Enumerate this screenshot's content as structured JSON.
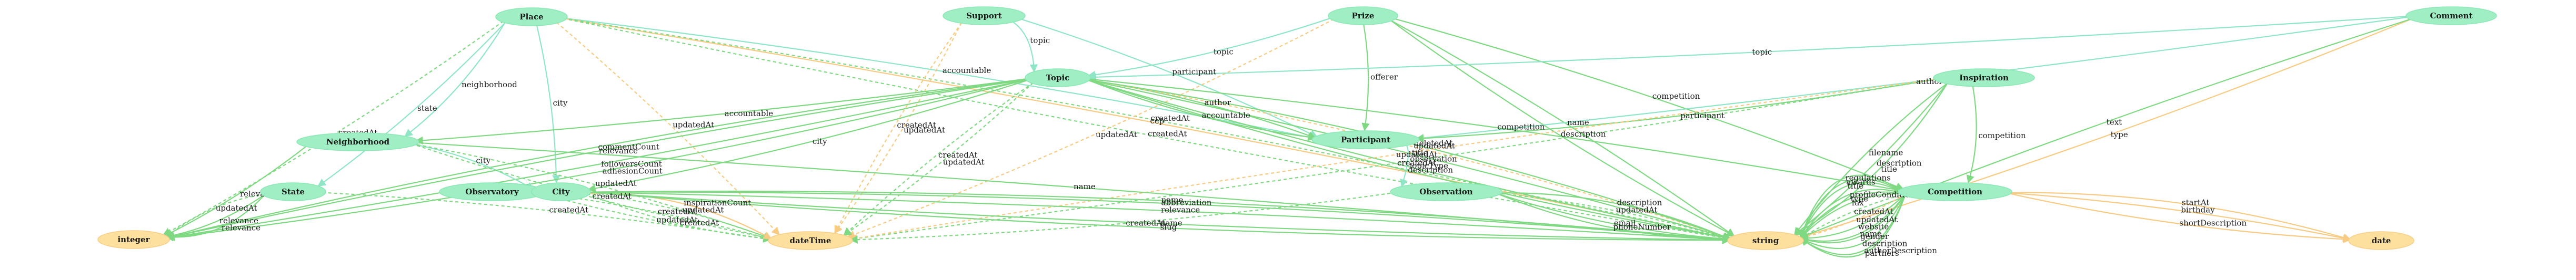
{
  "colors": {
    "entity_fill": "#a0efc4",
    "entity_stroke": "#8ae8b5",
    "type_fill": "#fddf9e",
    "type_stroke": "#f7d089",
    "edge_green": "#7fd982",
    "edge_teal": "#8fe6c6",
    "edge_orange": "#f7cb83",
    "text": "#1a1a1a"
  },
  "nodes": [
    {
      "id": "Place",
      "label": "Place",
      "kind": "entity"
    },
    {
      "id": "Support",
      "label": "Support",
      "kind": "entity"
    },
    {
      "id": "Prize",
      "label": "Prize",
      "kind": "entity"
    },
    {
      "id": "Comment",
      "label": "Comment",
      "kind": "entity"
    },
    {
      "id": "Topic",
      "label": "Topic",
      "kind": "entity"
    },
    {
      "id": "Inspiration",
      "label": "Inspiration",
      "kind": "entity"
    },
    {
      "id": "Neighborhood",
      "label": "Neighborhood",
      "kind": "entity"
    },
    {
      "id": "Participant",
      "label": "Participant",
      "kind": "entity"
    },
    {
      "id": "State",
      "label": "State",
      "kind": "entity"
    },
    {
      "id": "Observatory",
      "label": "Observatory",
      "kind": "entity"
    },
    {
      "id": "City",
      "label": "City",
      "kind": "entity"
    },
    {
      "id": "Observation",
      "label": "Observation",
      "kind": "entity"
    },
    {
      "id": "Competition",
      "label": "Competition",
      "kind": "entity"
    },
    {
      "id": "integer",
      "label": "integer",
      "kind": "type"
    },
    {
      "id": "dateTime",
      "label": "dateTime",
      "kind": "type"
    },
    {
      "id": "string",
      "label": "string",
      "kind": "type"
    },
    {
      "id": "date",
      "label": "date",
      "kind": "type"
    }
  ],
  "edges": [
    {
      "from": "Place",
      "to": "Neighborhood",
      "label": "neighborhood",
      "style": "teal"
    },
    {
      "from": "Place",
      "to": "State",
      "label": "state",
      "style": "teal"
    },
    {
      "from": "Place",
      "to": "City",
      "label": "city",
      "style": "teal"
    },
    {
      "from": "Place",
      "to": "Participant",
      "label": "accountable",
      "style": "teal"
    },
    {
      "from": "Place",
      "to": "integer",
      "label": "createdAt",
      "style": "dash-green"
    },
    {
      "from": "Place",
      "to": "dateTime",
      "label": "updatedAt",
      "style": "dash-orange"
    },
    {
      "from": "Place",
      "to": "string",
      "label": "cep",
      "style": "orange"
    },
    {
      "from": "Place",
      "to": "string",
      "label": "createdAt",
      "style": "dash-green"
    },
    {
      "from": "Place",
      "to": "string",
      "label": "createdAt",
      "style": "dash-green"
    },
    {
      "from": "Support",
      "to": "Topic",
      "label": "topic",
      "style": "teal"
    },
    {
      "from": "Support",
      "to": "Participant",
      "label": "participant",
      "style": "teal"
    },
    {
      "from": "Support",
      "to": "dateTime",
      "label": "updatedAt",
      "style": "dash-orange"
    },
    {
      "from": "Support",
      "to": "dateTime",
      "label": "createdAt",
      "style": "dash-orange"
    },
    {
      "from": "Prize",
      "to": "Topic",
      "label": "topic",
      "style": "teal"
    },
    {
      "from": "Prize",
      "to": "Participant",
      "label": "offerer",
      "style": "green"
    },
    {
      "from": "Prize",
      "to": "Competition",
      "label": "competition",
      "style": "green"
    },
    {
      "from": "Prize",
      "to": "string",
      "label": "name",
      "style": "green"
    },
    {
      "from": "Prize",
      "to": "string",
      "label": "description",
      "style": "green"
    },
    {
      "from": "Prize",
      "to": "dateTime",
      "label": "updatedAt",
      "style": "dash-orange"
    },
    {
      "from": "Comment",
      "to": "Topic",
      "label": "topic",
      "style": "teal"
    },
    {
      "from": "Comment",
      "to": "Participant",
      "label": "author",
      "style": "teal"
    },
    {
      "from": "Comment",
      "to": "string",
      "label": "type",
      "style": "orange"
    },
    {
      "from": "Comment",
      "to": "string",
      "label": "text",
      "style": "green"
    },
    {
      "from": "Topic",
      "to": "Neighborhood",
      "label": "accountable",
      "style": "green"
    },
    {
      "from": "Topic",
      "to": "City",
      "label": "city",
      "style": "green"
    },
    {
      "from": "Topic",
      "to": "Participant",
      "label": "author",
      "style": "green"
    },
    {
      "from": "Topic",
      "to": "Participant",
      "label": "accountable",
      "style": "green"
    },
    {
      "from": "Topic",
      "to": "Competition",
      "label": "competition",
      "style": "green"
    },
    {
      "from": "Topic",
      "to": "integer",
      "label": "followersCount",
      "style": "green"
    },
    {
      "from": "Topic",
      "to": "integer",
      "label": "relevance",
      "style": "green"
    },
    {
      "from": "Topic",
      "to": "integer",
      "label": "adhesionCount",
      "style": "green"
    },
    {
      "from": "Topic",
      "to": "integer",
      "label": "commentCount",
      "style": "green"
    },
    {
      "from": "Topic",
      "to": "dateTime",
      "label": "updatedAt",
      "style": "dash-green"
    },
    {
      "from": "Topic",
      "to": "dateTime",
      "label": "createdAt",
      "style": "dash-green"
    },
    {
      "from": "Topic",
      "to": "string",
      "label": "title",
      "style": "green"
    },
    {
      "from": "Topic",
      "to": "string",
      "label": "topicType",
      "style": "green"
    },
    {
      "from": "Topic",
      "to": "string",
      "label": "updatedAt",
      "style": "dash-orange"
    },
    {
      "from": "Topic",
      "to": "string",
      "label": "description",
      "style": "green"
    },
    {
      "from": "Topic",
      "to": "string",
      "label": "deletedAt",
      "style": "green"
    },
    {
      "from": "Inspiration",
      "to": "Participant",
      "label": "participant",
      "style": "green"
    },
    {
      "from": "Inspiration",
      "to": "Competition",
      "label": "competition",
      "style": "green"
    },
    {
      "from": "Inspiration",
      "to": "dateTime",
      "label": "createdAt",
      "style": "dash-green"
    },
    {
      "from": "Inspiration",
      "to": "dateTime",
      "label": "updatedAt",
      "style": "dash-orange"
    },
    {
      "from": "Inspiration",
      "to": "string",
      "label": "description",
      "style": "green"
    },
    {
      "from": "Inspiration",
      "to": "string",
      "label": "filename",
      "style": "green"
    },
    {
      "from": "Inspiration",
      "to": "string",
      "label": "title",
      "style": "green"
    },
    {
      "from": "Neighborhood",
      "to": "City",
      "label": "city",
      "style": "teal"
    },
    {
      "from": "Neighborhood",
      "to": "integer",
      "label": "relevance",
      "style": "green"
    },
    {
      "from": "Neighborhood",
      "to": "dateTime",
      "label": "updatedAt",
      "style": "dash-green"
    },
    {
      "from": "Neighborhood",
      "to": "dateTime",
      "label": "createdAt",
      "style": "dash-green"
    },
    {
      "from": "Neighborhood",
      "to": "string",
      "label": "name",
      "style": "green"
    },
    {
      "from": "Participant",
      "to": "Observation",
      "label": "observation",
      "style": "teal"
    },
    {
      "from": "State",
      "to": "integer",
      "label": "relevance",
      "style": "green"
    },
    {
      "from": "State",
      "to": "integer",
      "label": "updatedAt",
      "style": "dash-green"
    },
    {
      "from": "State",
      "to": "integer",
      "label": "relevance",
      "style": "green"
    },
    {
      "from": "State",
      "to": "dateTime",
      "label": "createdAt",
      "style": "dash-green"
    },
    {
      "from": "Observatory",
      "to": "dateTime",
      "label": "createdAt",
      "style": "dash-green"
    },
    {
      "from": "Observatory",
      "to": "dateTime",
      "label": "updatedAt",
      "style": "dash-green"
    },
    {
      "from": "City",
      "to": "dateTime",
      "label": "updatedAt",
      "style": "dash-green"
    },
    {
      "from": "City",
      "to": "dateTime",
      "label": "createdAt",
      "style": "dash-green"
    },
    {
      "from": "City",
      "to": "dateTime",
      "label": "inspirationCount",
      "style": "orange"
    },
    {
      "from": "City",
      "to": "string",
      "label": "relevance",
      "style": "green"
    },
    {
      "from": "City",
      "to": "string",
      "label": "name",
      "style": "green"
    },
    {
      "from": "City",
      "to": "string",
      "label": "abbreviation",
      "style": "green"
    },
    {
      "from": "City",
      "to": "string",
      "label": "slug",
      "style": "green"
    },
    {
      "from": "City",
      "to": "string",
      "label": "name",
      "style": "green"
    },
    {
      "from": "Observation",
      "to": "dateTime",
      "label": "createdAt",
      "style": "dash-green"
    },
    {
      "from": "Observation",
      "to": "string",
      "label": "updatedAt",
      "style": "dash-green"
    },
    {
      "from": "Observation",
      "to": "string",
      "label": "email",
      "style": "green"
    },
    {
      "from": "Observation",
      "to": "string",
      "label": "description",
      "style": "green"
    },
    {
      "from": "Observation",
      "to": "string",
      "label": "phoneNumber",
      "style": "green"
    },
    {
      "from": "Competition",
      "to": "string",
      "label": "updatedAt",
      "style": "dash-orange"
    },
    {
      "from": "Competition",
      "to": "string",
      "label": "createdAt",
      "style": "dash-green"
    },
    {
      "from": "Competition",
      "to": "string",
      "label": "website",
      "style": "green"
    },
    {
      "from": "Competition",
      "to": "string",
      "label": "fax",
      "style": "green"
    },
    {
      "from": "Competition",
      "to": "string",
      "label": "name",
      "style": "green"
    },
    {
      "from": "Competition",
      "to": "string",
      "label": "type",
      "style": "green"
    },
    {
      "from": "Competition",
      "to": "string",
      "label": "gender",
      "style": "green"
    },
    {
      "from": "Competition",
      "to": "string",
      "label": "profileCondition",
      "style": "green"
    },
    {
      "from": "Competition",
      "to": "string",
      "label": "description",
      "style": "green"
    },
    {
      "from": "Competition",
      "to": "string",
      "label": "title",
      "style": "green"
    },
    {
      "from": "Competition",
      "to": "string",
      "label": "authorDescription",
      "style": "green"
    },
    {
      "from": "Competition",
      "to": "string",
      "label": "awards",
      "style": "green"
    },
    {
      "from": "Competition",
      "to": "string",
      "label": "partners",
      "style": "green"
    },
    {
      "from": "Competition",
      "to": "string",
      "label": "regulations",
      "style": "green"
    },
    {
      "from": "Competition",
      "to": "date",
      "label": "birthday",
      "style": "orange"
    },
    {
      "from": "Competition",
      "to": "date",
      "label": "shortDescription",
      "style": "orange"
    },
    {
      "from": "Competition",
      "to": "date",
      "label": "startAt",
      "style": "orange"
    }
  ]
}
